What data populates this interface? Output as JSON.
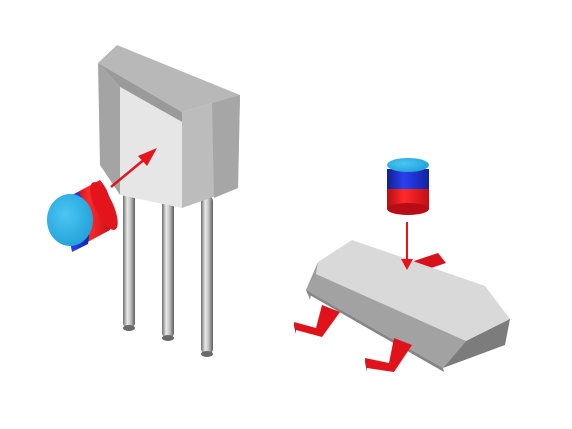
{
  "colors": {
    "background": "#ffffff",
    "magnet_north": "#e8141c",
    "magnet_south": "#1a2fd6",
    "magnet_face": "#2ab4ea",
    "arrow": "#e8141c",
    "package_light": "#e4e4e4",
    "package_mid": "#c4c4c4",
    "package_dark": "#8e8e8e",
    "leads": "#e8141c"
  },
  "components": [
    {
      "name": "to92-hall-sensor",
      "type": "through-hole package",
      "pins": 3
    },
    {
      "name": "sot23-hall-sensor",
      "type": "surface-mount package",
      "pins": 3
    }
  ],
  "magnets": [
    {
      "name": "side-magnet",
      "orientation": "horizontal",
      "target": "to92-hall-sensor"
    },
    {
      "name": "top-magnet",
      "orientation": "vertical",
      "target": "sot23-hall-sensor"
    }
  ]
}
